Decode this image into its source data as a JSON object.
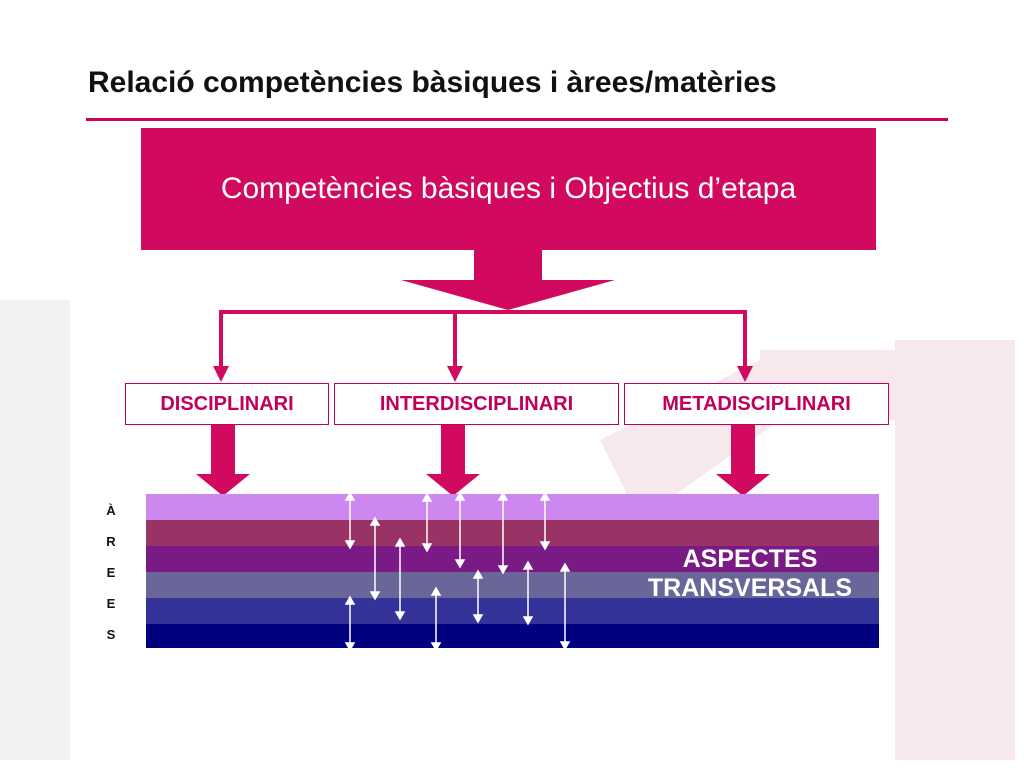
{
  "title": "Relació competències bàsiques i àrees/matèries",
  "top_box_label": "Competències bàsiques i Objectius d’etapa",
  "categories": [
    "DISCIPLINARI",
    "INTERDISCIPLINARI",
    "METADISCIPLINARI"
  ],
  "areas_letters": [
    "À",
    "R",
    "E",
    "E",
    "S"
  ],
  "aspectes": {
    "line1": "ASPECTES",
    "line2": "TRANSVERSALS"
  },
  "colors": {
    "accent": "#d10a5f",
    "band_colors": [
      "#cc88ee",
      "#993366",
      "#7a1a85",
      "#6b6699",
      "#333399",
      "#000080"
    ]
  }
}
